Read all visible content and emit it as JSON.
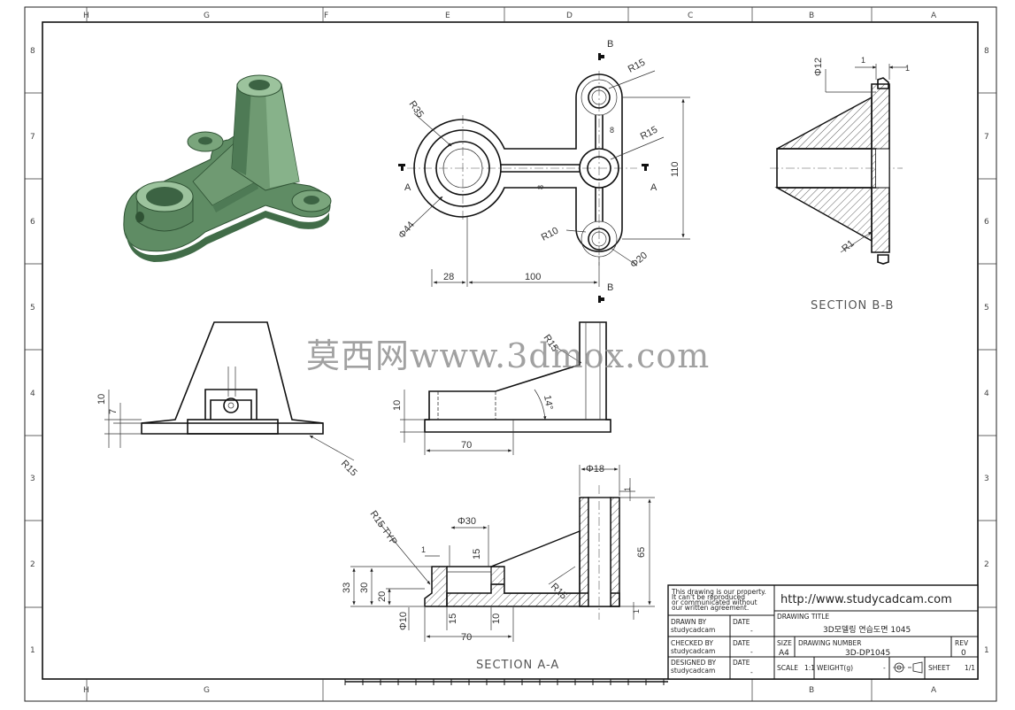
{
  "border": {
    "columns_top": [
      "H",
      "G",
      "F",
      "E",
      "D",
      "C",
      "B",
      "A"
    ],
    "columns_bottom": [
      "H",
      "G",
      "B",
      "A"
    ],
    "rows": [
      "8",
      "7",
      "6",
      "5",
      "4",
      "3",
      "2",
      "1"
    ]
  },
  "top_view": {
    "section_marks": {
      "b_top": "B",
      "b_bottom": "B",
      "a_left": "A",
      "a_right": "A"
    },
    "dims": {
      "r15_top": "R15",
      "r35": "R35",
      "r15_mid": "R15",
      "phi44": "Φ44",
      "r10": "R10",
      "phi20": "Φ20",
      "d8_top": "8",
      "d8_mid": "8",
      "h110": "110",
      "d28": "28",
      "d100": "100"
    }
  },
  "section_bb": {
    "title": "SECTION B-B",
    "dims": {
      "phi12": "Φ12",
      "one_left": "1",
      "one_right": "1",
      "r1": "R1"
    }
  },
  "front_view": {
    "dims": {
      "d10": "10",
      "d7": "7",
      "r15": "R15"
    }
  },
  "side_view": {
    "dims": {
      "r15": "R15",
      "angle": "14°",
      "d10": "10",
      "d70": "70"
    }
  },
  "section_aa": {
    "title": "SECTION A-A",
    "dims": {
      "phi18": "Φ18",
      "one_top": "1",
      "d65": "65",
      "phi30": "Φ30",
      "r15typ": "R15 TYP",
      "one": "1",
      "d15": "15",
      "r15": "R15",
      "d33": "33",
      "d30": "30",
      "d20": "20",
      "phi10": "Φ10",
      "d15b": "15",
      "d10": "10",
      "d70": "70",
      "one_bottom": "1"
    }
  },
  "watermark": "莫西网www.3dmox.com",
  "title_block": {
    "notice": [
      "This drawing is our property.",
      "It can't be reproduced",
      "or communicated without",
      "our written agreement."
    ],
    "url": "http://www.studycadcam.com",
    "drawing_title_label": "DRAWING TITLE",
    "drawing_title": "3D모델링 연습도면 1045",
    "drawn_by_label": "DRAWN BY",
    "drawn_by": "studycadcam",
    "date_label": "DATE",
    "date1": "-",
    "checked_by_label": "CHECKED BY",
    "checked_by": "studycadcam",
    "date2": "-",
    "designed_by_label": "DESIGNED BY",
    "designed_by": "studycadcam",
    "date3": "-",
    "size_label": "SIZE",
    "size": "A4",
    "drawing_number_label": "DRAWING NUMBER",
    "drawing_number": "3D-DP1045",
    "rev_label": "REV",
    "rev": "0",
    "scale_label": "SCALE",
    "scale": "1:1",
    "weight_label": "WEIGHT(g)",
    "weight": "-",
    "sheet_label": "SHEET",
    "sheet": "1/1"
  },
  "colors": {
    "model_green": "#6f9a72",
    "model_dark": "#4e7a55",
    "model_light": "#9cc39d"
  }
}
